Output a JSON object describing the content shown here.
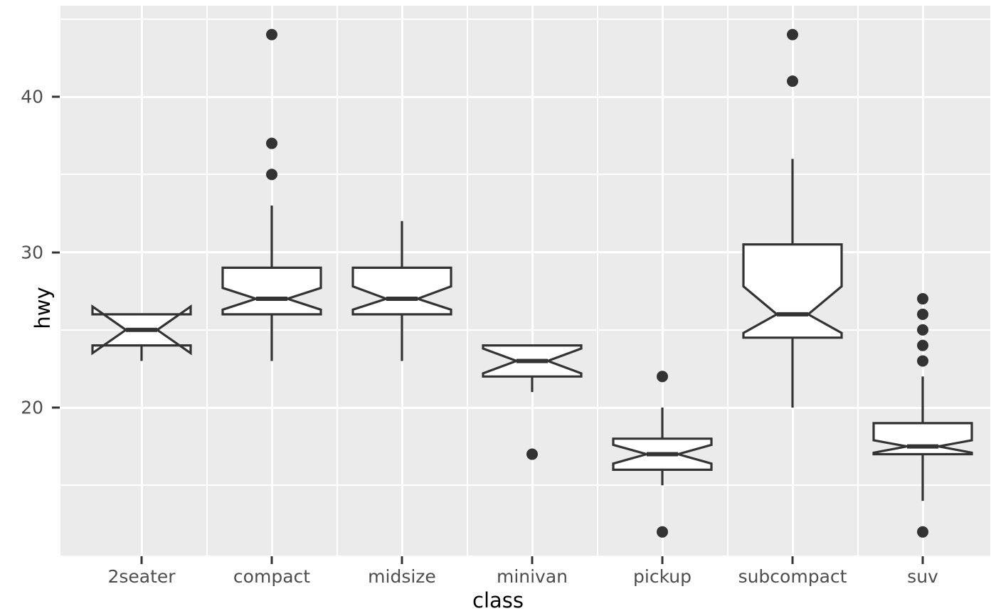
{
  "chart_data": {
    "type": "boxplot",
    "title": "",
    "xlabel": "class",
    "ylabel": "hwy",
    "notched": true,
    "grid": true,
    "legend": "none",
    "panel_background": "#ebebeb",
    "grid_color": "#ffffff",
    "box_fill": "#ffffff",
    "line_color": "#333333",
    "outlier_color": "#333333",
    "ylim": [
      11.5,
      45.2
    ],
    "yticks": [
      20,
      30,
      40
    ],
    "yticklabels": [
      "20",
      "30",
      "40"
    ],
    "yminor": [
      15,
      25,
      35,
      45
    ],
    "categories": [
      "2seater",
      "compact",
      "midsize",
      "minivan",
      "pickup",
      "subcompact",
      "suv"
    ],
    "boxes": [
      {
        "category": "2seater",
        "lower_whisker": 23,
        "q1": 24,
        "median": 25,
        "q3": 26,
        "upper_whisker": 26,
        "notch_lower": 23.5,
        "notch_upper": 26.5,
        "outliers": []
      },
      {
        "category": "compact",
        "lower_whisker": 23,
        "q1": 26,
        "median": 27,
        "q3": 29,
        "upper_whisker": 33,
        "notch_lower": 26.3,
        "notch_upper": 27.7,
        "outliers": [
          44,
          37,
          35
        ]
      },
      {
        "category": "midsize",
        "lower_whisker": 23,
        "q1": 26,
        "median": 27,
        "q3": 29,
        "upper_whisker": 32,
        "notch_lower": 26.3,
        "notch_upper": 27.8,
        "outliers": []
      },
      {
        "category": "minivan",
        "lower_whisker": 21,
        "q1": 22,
        "median": 23,
        "q3": 24,
        "upper_whisker": 24,
        "notch_lower": 22.2,
        "notch_upper": 23.8,
        "outliers": [
          17
        ]
      },
      {
        "category": "pickup",
        "lower_whisker": 15,
        "q1": 16,
        "median": 17,
        "q3": 18,
        "upper_whisker": 20,
        "notch_lower": 16.4,
        "notch_upper": 17.6,
        "outliers": [
          22,
          12
        ]
      },
      {
        "category": "subcompact",
        "lower_whisker": 20,
        "q1": 24.5,
        "median": 26,
        "q3": 30.5,
        "upper_whisker": 36,
        "notch_lower": 24.8,
        "notch_upper": 27.8,
        "outliers": [
          44,
          41
        ]
      },
      {
        "category": "suv",
        "lower_whisker": 14,
        "q1": 17,
        "median": 17.5,
        "q3": 19,
        "upper_whisker": 22,
        "notch_lower": 17.1,
        "notch_upper": 17.9,
        "outliers": [
          27,
          26,
          25,
          24,
          23,
          12
        ]
      }
    ]
  },
  "axes": {
    "y_title": "hwy",
    "x_title": "class",
    "y_tick_labels": [
      "20",
      "30",
      "40"
    ],
    "x_tick_labels": [
      "2seater",
      "compact",
      "midsize",
      "minivan",
      "pickup",
      "subcompact",
      "suv"
    ]
  }
}
